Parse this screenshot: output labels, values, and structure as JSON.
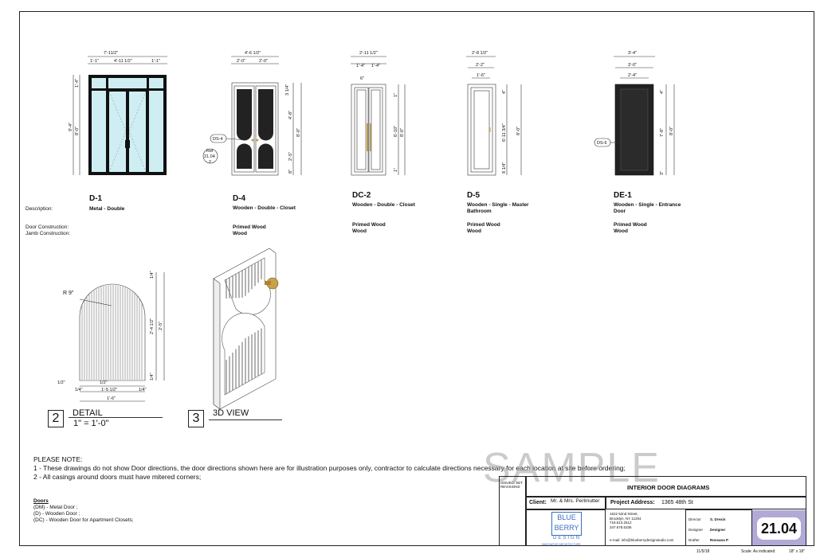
{
  "doors": [
    {
      "code": "D-1",
      "description": "Metal - Double",
      "door_construction": "",
      "jamb_construction": "",
      "dims": {
        "overall": "7'-11/2\"",
        "left": "1'-1\"",
        "center": "4'-11 1/2\"",
        "right": "1'-1\"",
        "height_total": "9'-4\"",
        "height_door": "8'-0\"",
        "transom": "1'-4\""
      }
    },
    {
      "code": "D-4",
      "description": "Wooden - Double - Closet",
      "door_construction": "Primed Wood",
      "jamb_construction": "Wood",
      "dims": {
        "overall": "4'-6 1/2\"",
        "left": "2'-0\"",
        "right": "2'-0\"",
        "top": "3 1/4\"",
        "upper": "4'-8\"",
        "height_door": "8'-0\"",
        "lower": "2'-5\"",
        "bottom": "8\""
      },
      "tag": "DS-4",
      "ref_label": "Ref",
      "ref_num": "21.04",
      "ref_sub": "2"
    },
    {
      "code": "DC-2",
      "description": "Wooden - Double - Closet",
      "door_construction": "Primed Wood",
      "jamb_construction": "Wood",
      "dims": {
        "overall": "2'-11 1/2\"",
        "left": "1'-4\"",
        "right": "1'-4\"",
        "inner": "6\"",
        "top": "1\"",
        "mid": "6'-10\"",
        "height_door": "8'-0\"",
        "bottom": "1\""
      }
    },
    {
      "code": "D-5",
      "description": "Wooden - Single - Master Bathroom",
      "door_construction": "Primed Wood",
      "jamb_construction": "Wood",
      "dims": {
        "overall": "2'-8 1/2\"",
        "mid": "2'-2\"",
        "inner": "1'-6\"",
        "top": "4\"",
        "panel": "6'-11 3/4\"",
        "height_door": "8'-0\"",
        "bottom": "8 1/4\""
      }
    },
    {
      "code": "DE-1",
      "description": "Wooden - Single - Entrance Door",
      "door_construction": "Primed Wood",
      "jamb_construction": "Wood",
      "dims": {
        "overall": "3'-4\"",
        "mid": "3'-0\"",
        "inner": "2'-4\"",
        "top": "4\"",
        "panel": "7'-8\"",
        "height_door": "8'-0\"",
        "bottom": "3\""
      },
      "tag": "DS-6"
    }
  ],
  "row_labels": {
    "description": "Description:",
    "door_construction": "Door Construction:",
    "jamb_construction": "Jamb Construction:"
  },
  "detail": {
    "number": "2",
    "title": "DETAIL",
    "scale": "1\" = 1'-0\"",
    "radius": "R 9\"",
    "dims": {
      "top": "1/4\"",
      "mid": "2'-4 1/2\"",
      "overall": "2'-5\"",
      "bottom": "1/4\"",
      "left_half": "1/2\"",
      "left_half2": "1/2\"",
      "bl": "1/4\"",
      "bc": "1'-5 1/2\"",
      "br": "1/4\"",
      "width": "1'-6\""
    }
  },
  "view3d": {
    "number": "3",
    "title": "3D VIEW"
  },
  "notes": {
    "heading": "PLEASE NOTE:",
    "line1": "1 - These drawings do not show Door directions, the door directions shown here are for illustration purposes only, contractor to calculate directions necessary for each location at site before ordering;",
    "line2": "2 - All casings around doors must have mitered corners;"
  },
  "legend": {
    "title": "Doors",
    "items": [
      "(DM) - Metal Door ;",
      "(D) - Wooden Door ;",
      "(DC) - Wooden Door for Apartment Closets;"
    ]
  },
  "watermark": "SAMPLE",
  "titleblock": {
    "issued_label": "ISSUED/ SET REVISIONS",
    "sheet_title": "INTERIOR DOOR DIAGRAMS",
    "client_label": "Client:",
    "client_name": "Mr. & Mrs. Perlmutter",
    "project_label": "Project Address:",
    "project_address": "1365 48th St",
    "logo_line1": "BLUE",
    "logo_line2": "BERRY",
    "logo_line3": "DESIGN",
    "logo_tag": "INNOVATIVE ARCHITECTURE",
    "address_lines": [
      "1622 52nd Street,",
      "Brooklyn, NY 11204",
      "718.513.2512",
      "347.678.5336"
    ],
    "email": "e-mail: info@blueberrydesignstudio.com",
    "director_label": "Director",
    "director": "S. Drexin",
    "designer_label": "Designer",
    "designer": "Designer",
    "drafter_label": "Drafter",
    "drafter": "Rossana P",
    "sheet_number": "21.04",
    "date": "11/5/18",
    "scale": "Scale: As indicated",
    "paper": "18\" x 18\""
  },
  "colors": {
    "sheet_badge": "#b3a9d6",
    "glass": "#cfeef4",
    "brass": "#c8a24a",
    "dark": "#222222",
    "watermark": "#bdbdbd"
  }
}
